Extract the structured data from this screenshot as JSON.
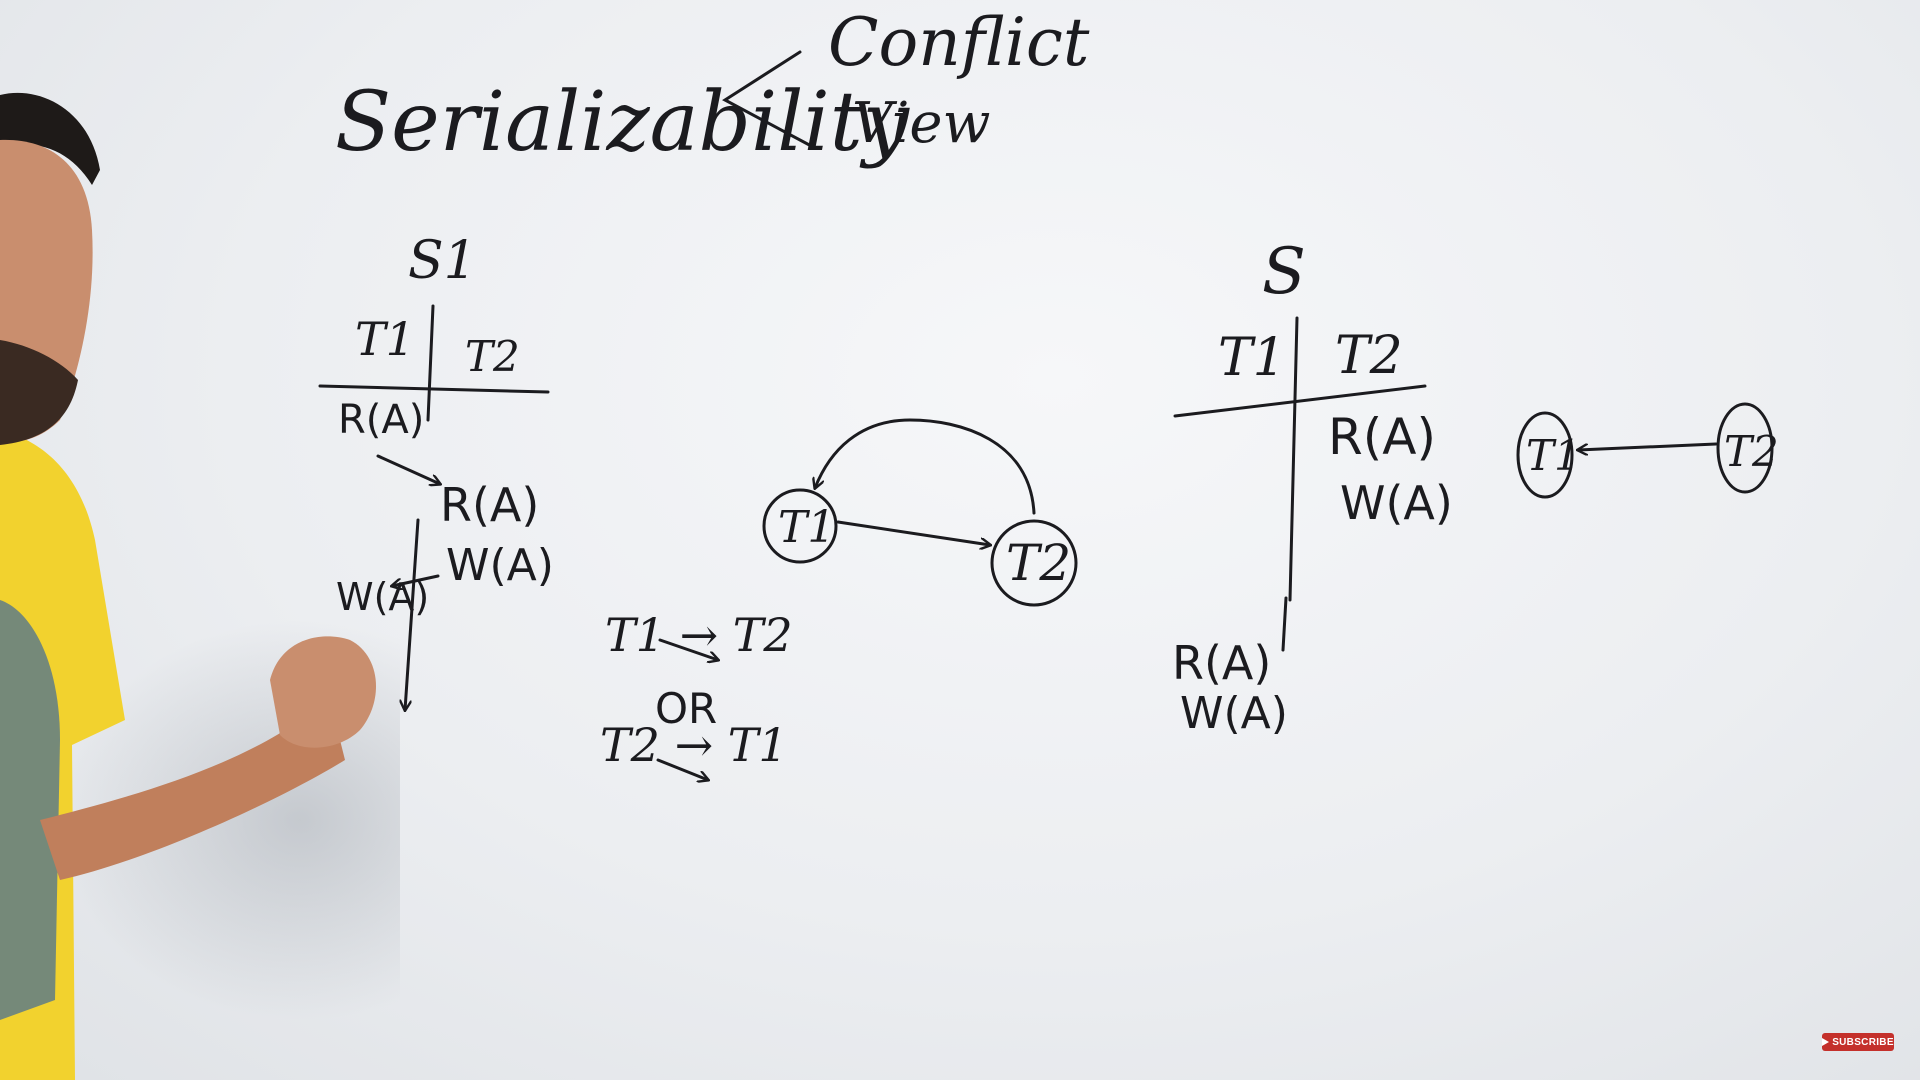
{
  "board": {
    "title": "Serializability",
    "branches": {
      "top": "Conflict",
      "bottom": "View"
    },
    "schedule_s1": {
      "name": "S1",
      "col_t1": "T1",
      "col_t2": "T2",
      "t1_read": "R(A)",
      "t2_read": "R(A)",
      "t2_write": "W(A)",
      "t1_write": "W(A)"
    },
    "graph_s1": {
      "node_1": "T1",
      "node_2": "T2"
    },
    "orders": {
      "first": "T1 → T2",
      "or": "OR",
      "second": "T2 → T1"
    },
    "schedule_s": {
      "name": "S",
      "col_t1": "T1",
      "col_t2": "T2",
      "t2_read": "R(A)",
      "t2_write": "W(A)",
      "t1_read": "R(A)",
      "t1_write": "W(A)"
    },
    "graph_s": {
      "node_1": "T1",
      "node_2": "T2"
    }
  },
  "overlay": {
    "subscribe_label": "SUBSCRIBE",
    "subscribe_icon": "play-icon"
  },
  "colors": {
    "ink": "#1b1b1f",
    "board": "#eceef1",
    "shirt": "#f2d22e",
    "subscribe": "#c4302b"
  }
}
